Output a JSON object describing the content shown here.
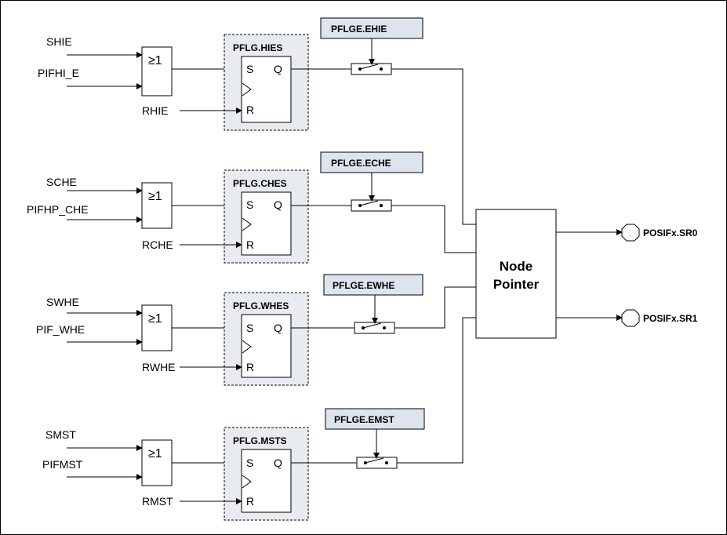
{
  "gate_symbol": "≥1",
  "node_pointer": {
    "line1": "Node",
    "line2": "Pointer"
  },
  "outputs": [
    "POSIFx.SR0",
    "POSIFx.SR1"
  ],
  "channels": [
    {
      "set": "SHIE",
      "in2": "PIFHI_E",
      "reset": "RHIE",
      "flag": "PFLG.HIES",
      "enable": "PFLGE.EHIE",
      "pin_s": "S",
      "pin_q": "Q",
      "pin_r": "R"
    },
    {
      "set": "SCHE",
      "in2": "PIFHP_CHE",
      "reset": "RCHE",
      "flag": "PFLG.CHES",
      "enable": "PFLGE.ECHE",
      "pin_s": "S",
      "pin_q": "Q",
      "pin_r": "R"
    },
    {
      "set": "SWHE",
      "in2": "PIF_WHE",
      "reset": "RWHE",
      "flag": "PFLG.WHES",
      "enable": "PFLGE.EWHE",
      "pin_s": "S",
      "pin_q": "Q",
      "pin_r": "R"
    },
    {
      "set": "SMST",
      "in2": "PIFMST",
      "reset": "RMST",
      "flag": "PFLG.MSTS",
      "enable": "PFLGE.EMST",
      "pin_s": "S",
      "pin_q": "Q",
      "pin_r": "R"
    }
  ]
}
